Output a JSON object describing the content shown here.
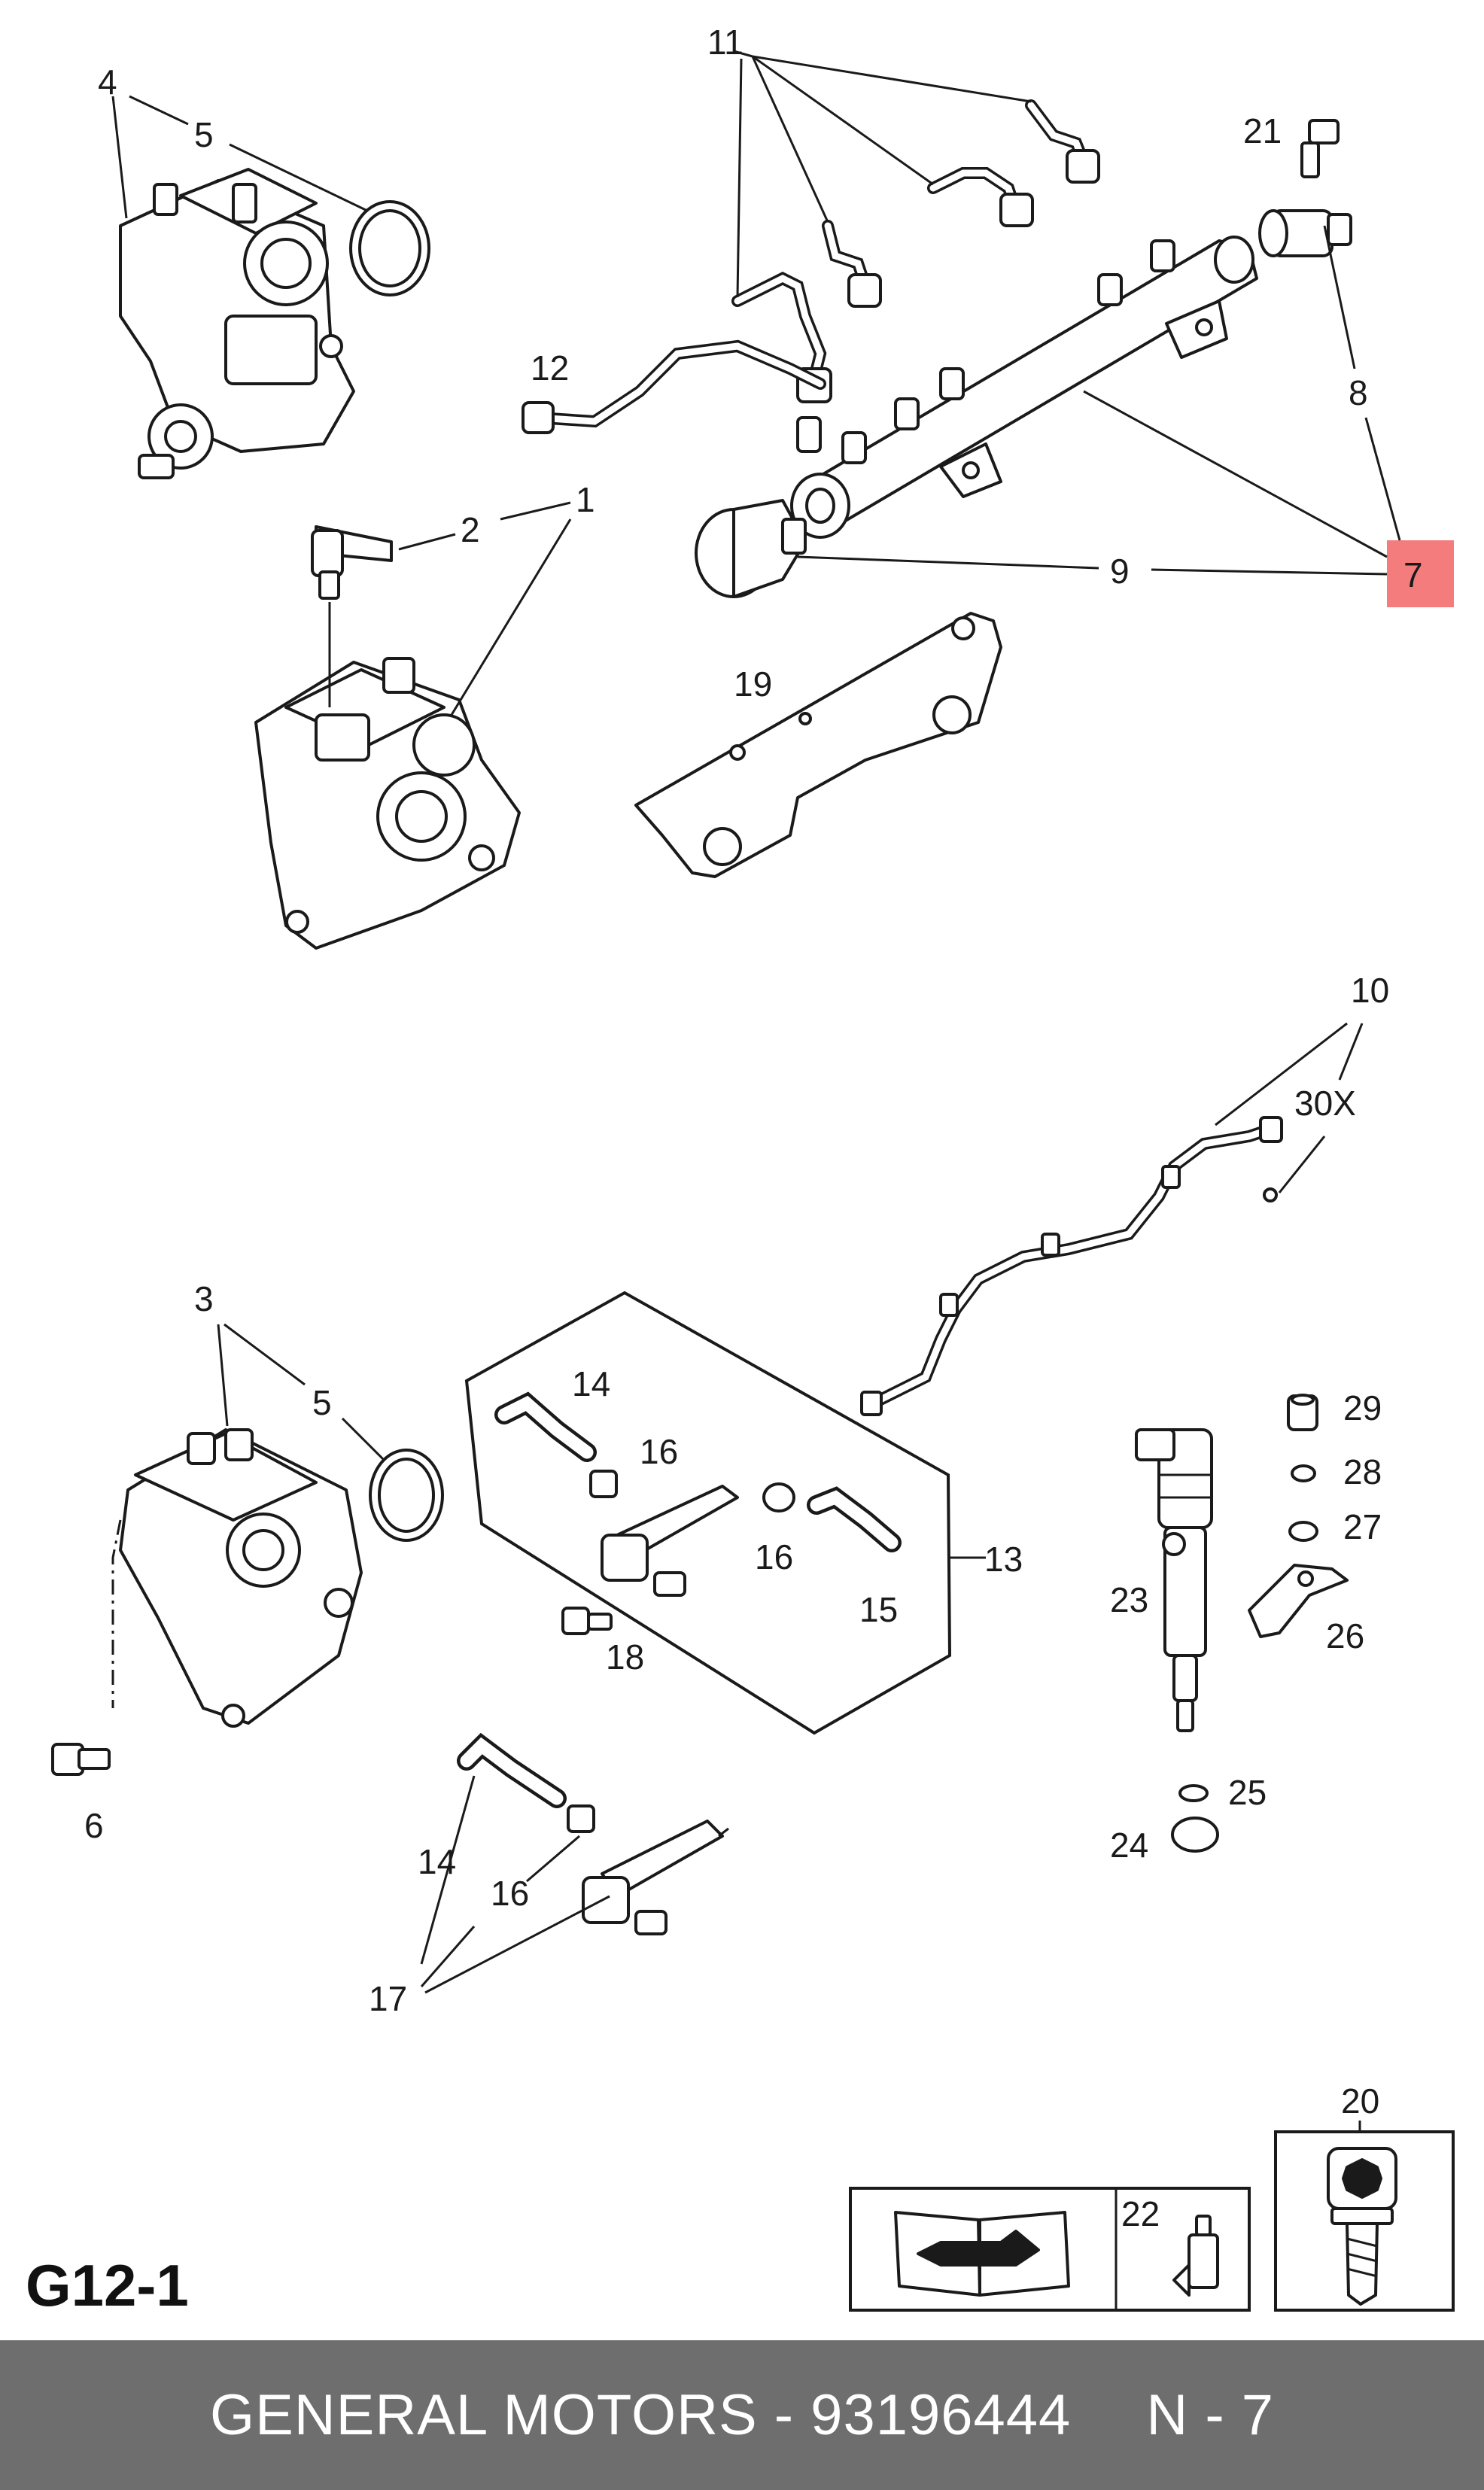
{
  "page_code": "G12-1",
  "footer": {
    "title": "GENERAL MOTORS - 93196444",
    "ref": "N - 7"
  },
  "highlight_color": "#f47c7c",
  "callouts": {
    "c1": "1",
    "c2": "2",
    "c3": "3",
    "c4": "4",
    "c5a": "5",
    "c5b": "5",
    "c6": "6",
    "c7": "7",
    "c8": "8",
    "c9": "9",
    "c10": "10",
    "c30x": "30X",
    "c11": "11",
    "c12": "12",
    "c13": "13",
    "c14a": "14",
    "c14b": "14",
    "c15": "15",
    "c16a": "16",
    "c16b": "16",
    "c16c": "16",
    "c17": "17",
    "c18": "18",
    "c19": "19",
    "c20": "20",
    "c21": "21",
    "c22": "22",
    "c23": "23",
    "c24": "24",
    "c25": "25",
    "c26": "26",
    "c27": "27",
    "c28": "28",
    "c29": "29"
  },
  "icons": [
    "manual-book-icon",
    "adhesive-tube-icon",
    "torx-bolt-icon"
  ]
}
